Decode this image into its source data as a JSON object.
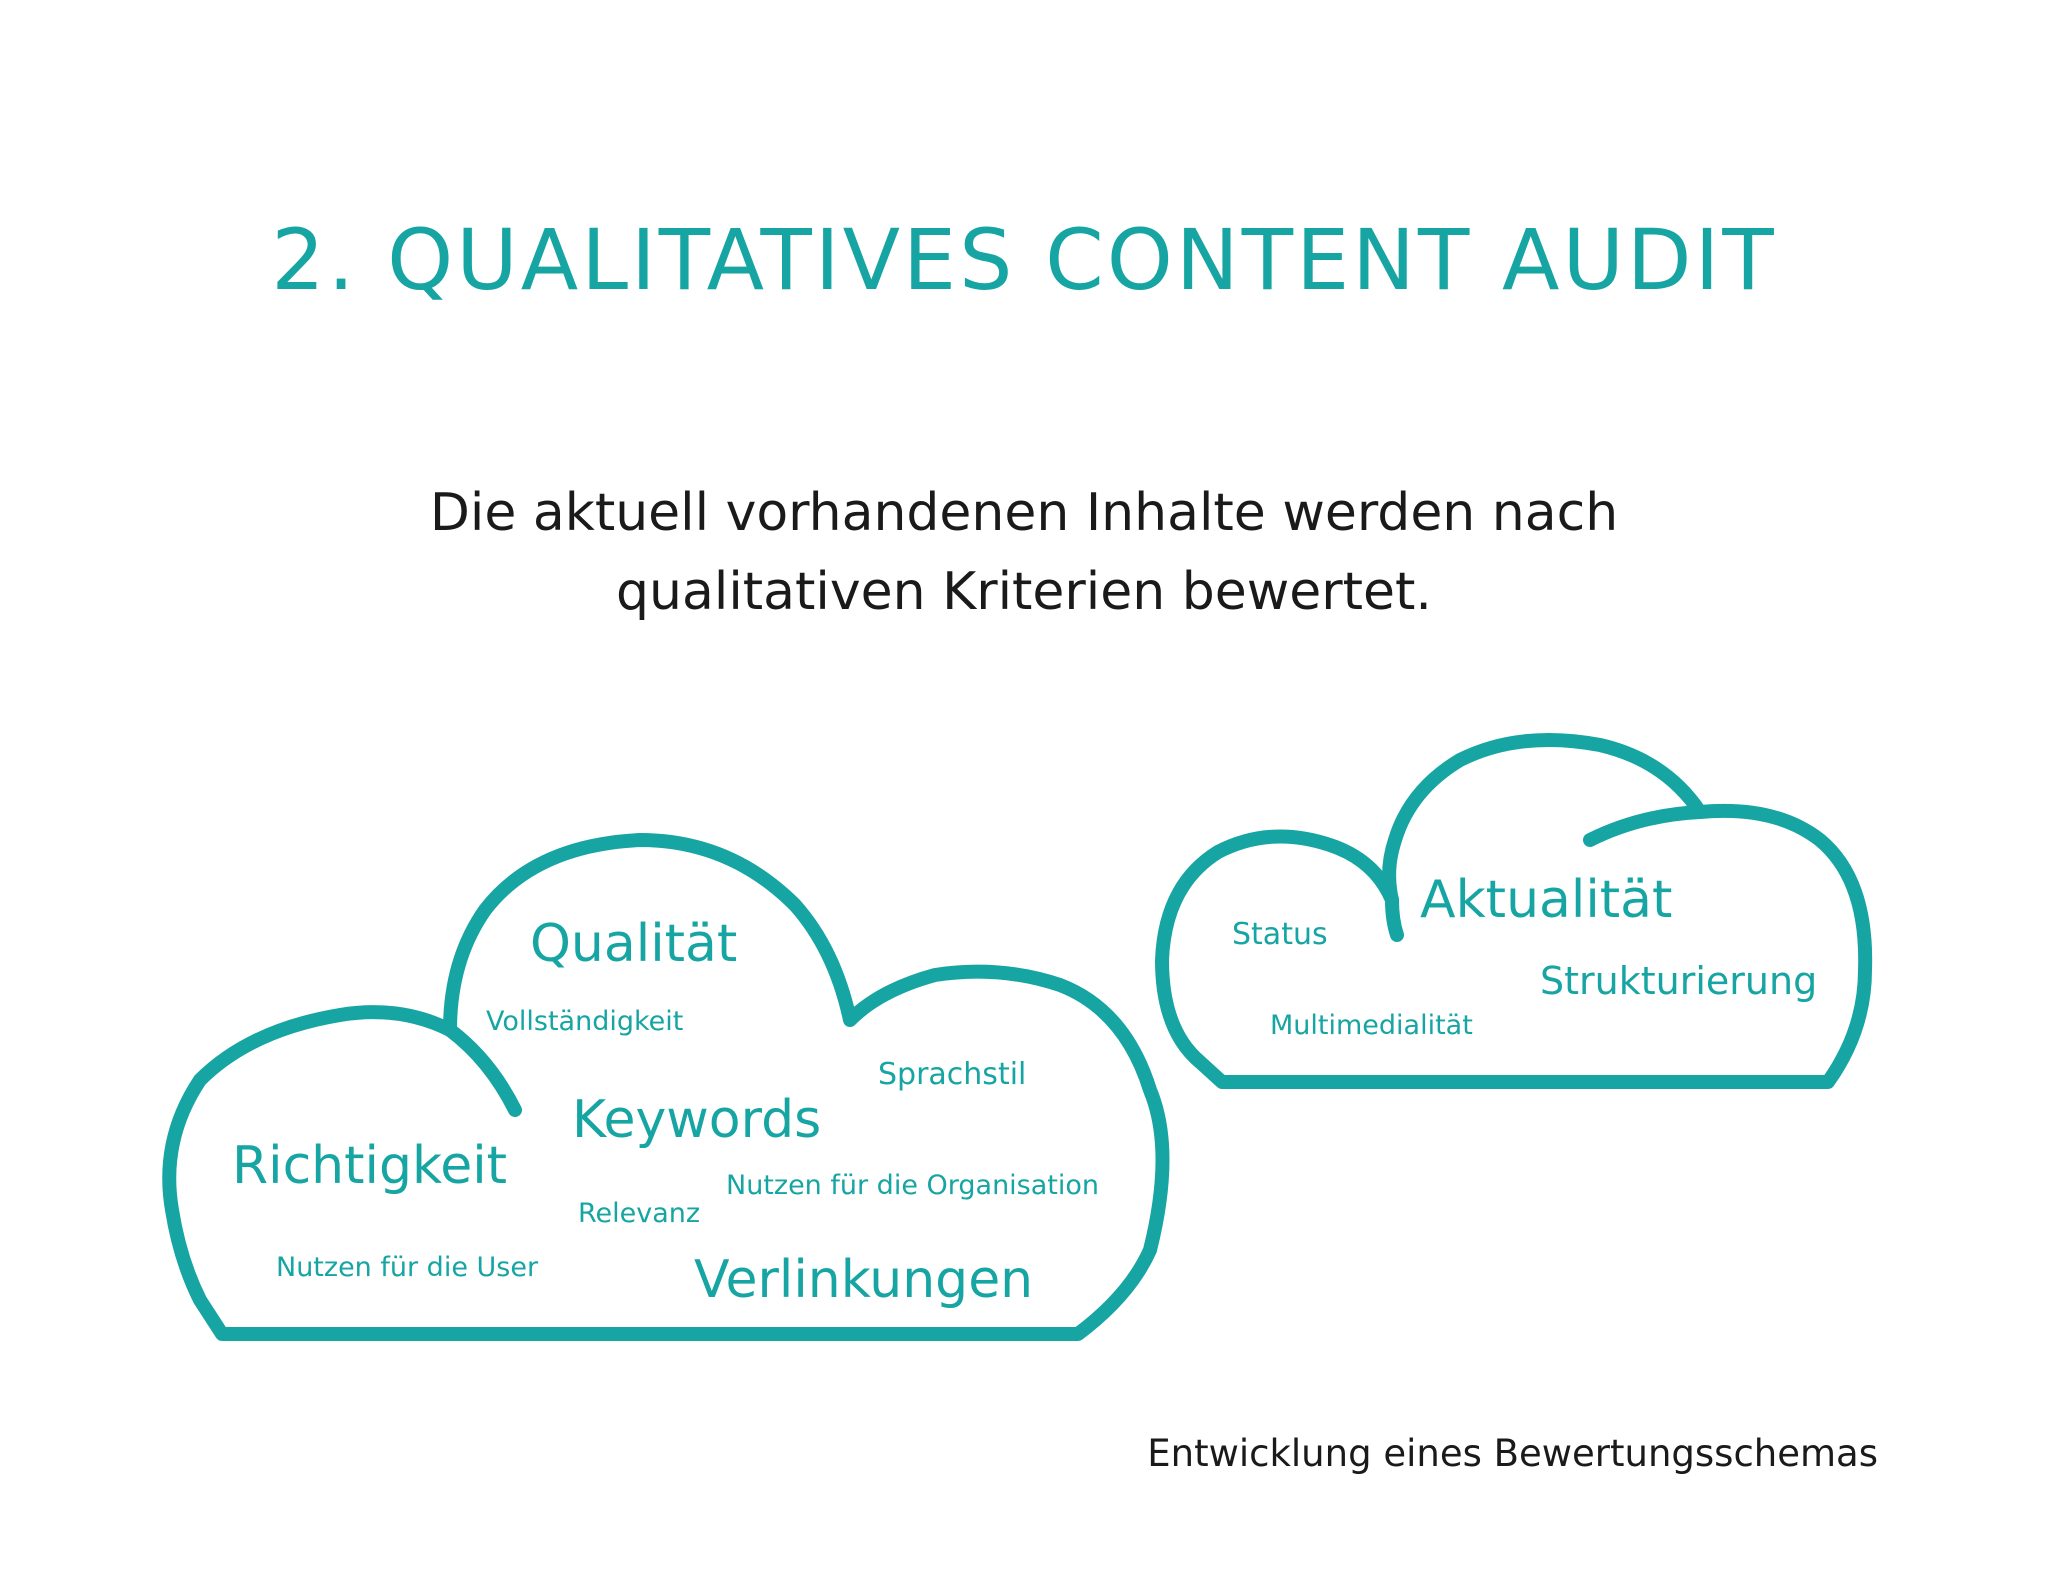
{
  "theme": {
    "accent": "#17a5a3",
    "text": "#1a1a1a",
    "background": "#ffffff"
  },
  "slide": {
    "title": "2. QUALITATIVES CONTENT AUDIT",
    "subtitle_line_1": "Die aktuell vorhandenen Inhalte werden nach",
    "subtitle_line_2": "qualitativen Kriterien bewertet.",
    "footnote": "Entwicklung eines Bewertungsschemas"
  },
  "cloud_left": {
    "words": {
      "qualitaet": "Qualität",
      "vollstaendigkeit": "Vollständigkeit",
      "sprachstil": "Sprachstil",
      "keywords": "Keywords",
      "richtigkeit": "Richtigkeit",
      "nutzen_organisation": "Nutzen für die Organisation",
      "relevanz": "Relevanz",
      "nutzen_user": "Nutzen für die User",
      "verlinkungen": "Verlinkungen"
    }
  },
  "cloud_right": {
    "words": {
      "aktualitaet": "Aktualität",
      "status": "Status",
      "strukturierung": "Strukturierung",
      "multimedialitaet": "Multimedialität"
    }
  }
}
